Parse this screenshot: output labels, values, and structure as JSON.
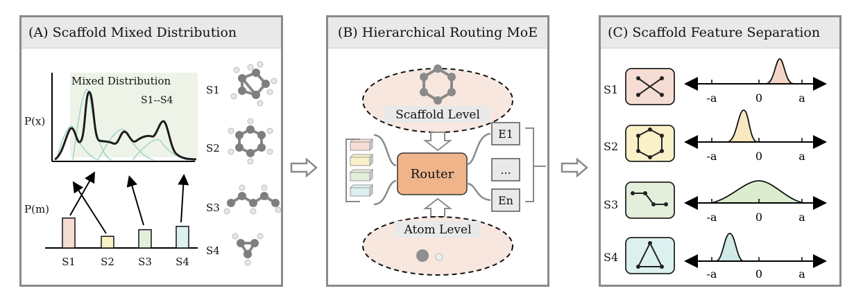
{
  "panel_a": {
    "title": "(A) Scaffold Mixed Distribution",
    "mixed_label": "Mixed Distribution",
    "s_range_label": "S1--S4",
    "px_label": "P(x)",
    "pm_label": "P(m)",
    "bar_labels": [
      "S1",
      "S2",
      "S3",
      "S4"
    ],
    "bar_colors": [
      "#f6ddd3",
      "#fbf1c9",
      "#e3eedb",
      "#ddf0f0"
    ],
    "bar_values": [
      0.9,
      0.35,
      0.55,
      0.65
    ],
    "molecule_labels": [
      "S1",
      "S2",
      "S3",
      "S4"
    ]
  },
  "panel_b": {
    "title": "(B) Hierarchical Routing MoE",
    "scaffold_level": "Scaffold Level",
    "atom_level": "Atom Level",
    "router_label": "Router",
    "experts": [
      "E1",
      "...",
      "En"
    ],
    "router_color": "#f0b48a",
    "input_colors": [
      "#f6ddd3",
      "#fbf1c9",
      "#e3eedb",
      "#ddf0f0"
    ]
  },
  "panel_c": {
    "title": "(C) Scaffold Feature Separation",
    "rows": [
      {
        "label": "S1",
        "color": "#f6ddd3",
        "curve_color": "#f3d5c5",
        "icon": "x-graph-icon"
      },
      {
        "label": "S2",
        "color": "#fbf1c9",
        "curve_color": "#f8e8bf",
        "icon": "hexagon-graph-icon"
      },
      {
        "label": "S3",
        "color": "#e3eedb",
        "curve_color": "#dceccf",
        "icon": "chain-graph-icon"
      },
      {
        "label": "S4",
        "color": "#ddf0f0",
        "curve_color": "#cfe9e7",
        "icon": "triangle-graph-icon"
      }
    ],
    "tick_labels": [
      "-a",
      "0",
      "a"
    ]
  }
}
